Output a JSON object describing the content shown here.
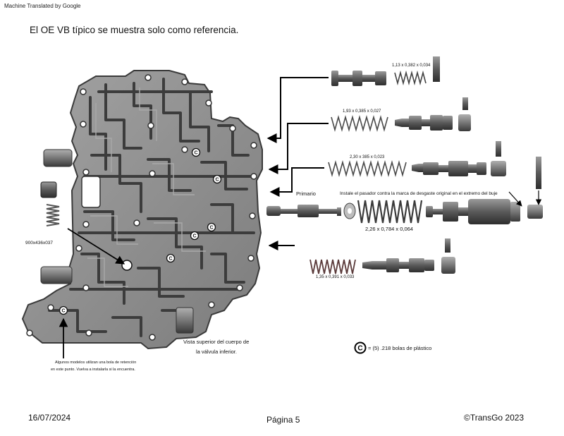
{
  "header": {
    "machine_translated": "Machine Translated by Google",
    "reference_note": "El OE VB típico se muestra solo como referencia."
  },
  "labels": {
    "spring_top": "1,13 x 0,382 x 0,034",
    "spring_2": "1,93 x 0,385 x 0,027",
    "spring_3": "2,30 x 385 x 0,023",
    "primario": "Primario",
    "install_pin": "Instale el pasador contra la marca de desgaste original en el extremo del buje",
    "spring_main": "2,26 x 0,784 x 0,064",
    "spring_bottom": "1,35 x 0,391 x 0,033",
    "side_spring": "900x436x037",
    "view_top_line1": "Vista superior del cuerpo de",
    "view_top_line2": "la válvula inferior.",
    "check_ball_line1": "Algunos modelos utilizan una bola de retención",
    "check_ball_line2": "en este punto. Vuelva a instalarla si la encuentra.",
    "legend_symbol": "©",
    "legend_text": "= (5) .218 bolas de plástico"
  },
  "footer": {
    "date": "16/07/2024",
    "page": "Página 5",
    "copyright": "©TransGo 2023"
  },
  "colors": {
    "casting": "#8c8c8c",
    "casting_dark": "#5a5a5a",
    "channel": "#3e3e3e",
    "metal": "#6a6a6a",
    "spring": "#4a4a4a",
    "arrow": "#000000"
  }
}
